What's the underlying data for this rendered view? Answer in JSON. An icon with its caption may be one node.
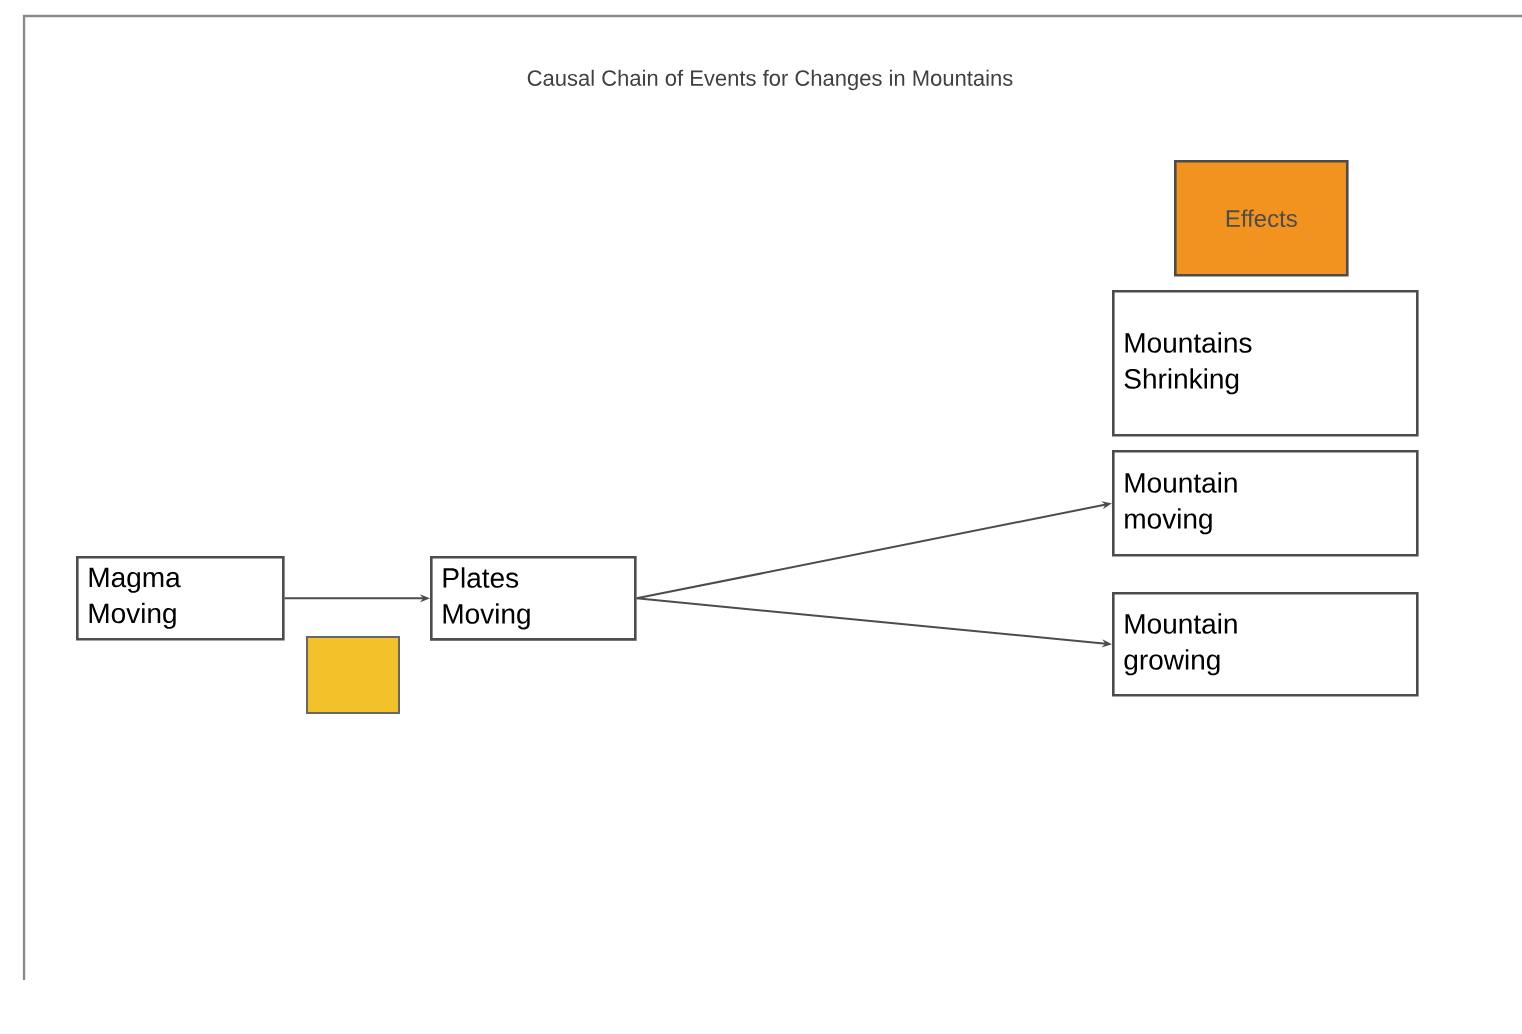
{
  "diagram": {
    "title": "Causal Chain of Events for Changes in Mountains",
    "nodes": [
      {
        "text": [
          "Effects"
        ]
      },
      {
        "text": [
          "Mountains Shrinking"
        ]
      },
      {
        "text": [
          "Mountain moving"
        ]
      },
      {
        "text": [
          "Mountain growing"
        ]
      },
      {
        "text": [
          "Magma Moving"
        ]
      },
      {
        "text": [
          "Plates Moving"
        ]
      },
      {
        "text": [],
        "shape": "box"
      }
    ],
    "edges": [
      {
        "from": 4,
        "to": 5,
        "arrow": "to"
      },
      {
        "from": 5,
        "to": 2,
        "arrow": "to"
      },
      {
        "from": 5,
        "to": 3,
        "arrow": "to"
      }
    ]
  }
}
